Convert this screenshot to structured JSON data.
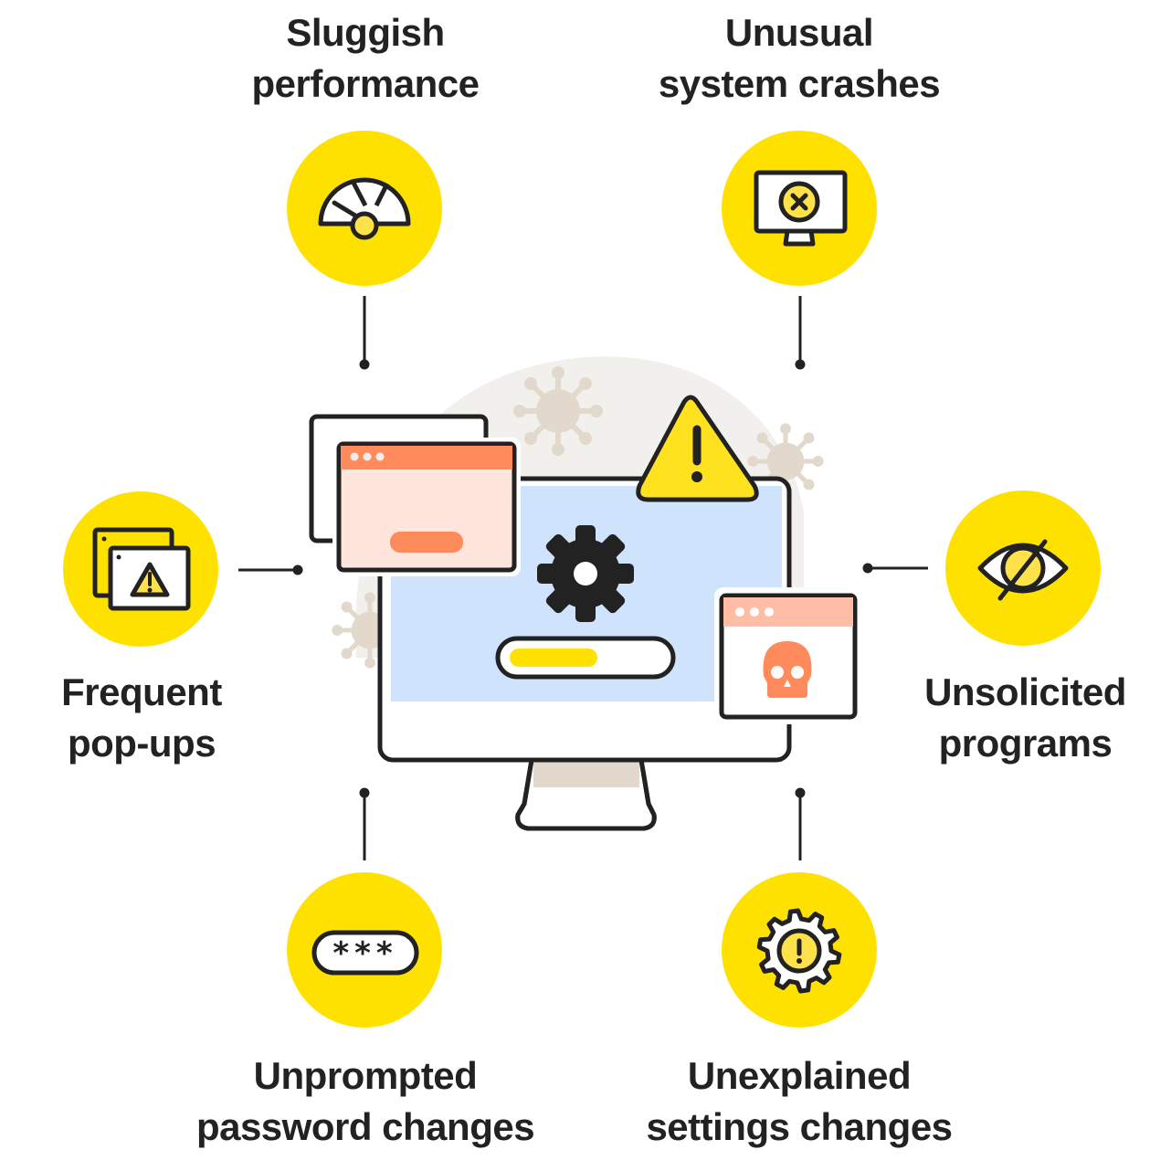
{
  "title": "Signs of a malware infection",
  "colors": {
    "accent_yellow": "#FFE100",
    "outline": "#222222",
    "screen_blue": "#CFE3FC",
    "popup_orange": "#FF8A5C",
    "popup_peach": "#FFE5DC",
    "popup_salmon": "#FFBDA5",
    "virus_beige": "#E2D9CC",
    "background_blob": "#F2F0ED"
  },
  "signs": [
    {
      "id": "sluggish",
      "line1": "Sluggish",
      "line2": "performance",
      "icon": "speedometer-icon"
    },
    {
      "id": "crashes",
      "line1": "Unusual",
      "line2": "system crashes",
      "icon": "monitor-error-icon"
    },
    {
      "id": "popups",
      "line1": "Frequent",
      "line2": "pop-ups",
      "icon": "popup-warning-icon"
    },
    {
      "id": "programs",
      "line1": "Unsolicited",
      "line2": "programs",
      "icon": "eye-slash-icon"
    },
    {
      "id": "password",
      "line1": "Unprompted",
      "line2": "password changes",
      "icon": "password-field-icon"
    },
    {
      "id": "settings",
      "line1": "Unexplained",
      "line2": "settings changes",
      "icon": "gear-alert-icon"
    }
  ],
  "password_mask": "***",
  "center_illustration": {
    "progress_fraction": 0.5,
    "warning_symbol": "!"
  }
}
